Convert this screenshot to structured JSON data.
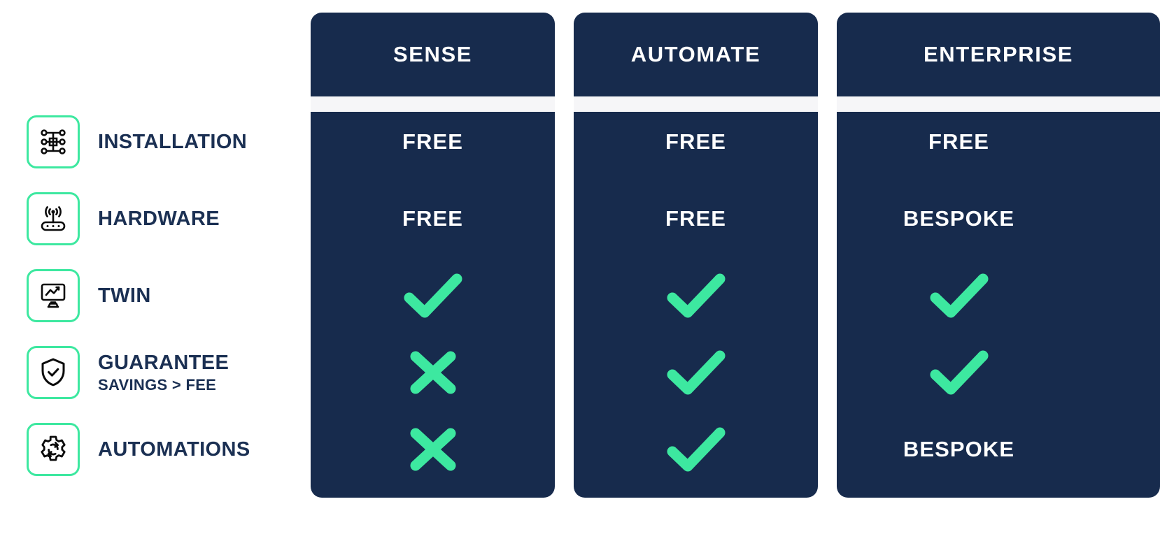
{
  "colors": {
    "navy": "#172B4D",
    "label_navy": "#1B3053",
    "mint": "#3DE8A0",
    "gap_gray": "#F6F6F8",
    "white": "#FFFFFF"
  },
  "plans": [
    {
      "name": "SENSE"
    },
    {
      "name": "AUTOMATE"
    },
    {
      "name": "ENTERPRISE"
    }
  ],
  "features": [
    {
      "label": "INSTALLATION",
      "sub": "",
      "icon": "network-nodes-icon"
    },
    {
      "label": "HARDWARE",
      "sub": "",
      "icon": "wifi-router-icon"
    },
    {
      "label": "TWIN",
      "sub": "",
      "icon": "monitor-chart-icon"
    },
    {
      "label": "GUARANTEE",
      "sub": "SAVINGS > FEE",
      "icon": "shield-check-icon"
    },
    {
      "label": "AUTOMATIONS",
      "sub": "",
      "icon": "gear-refresh-icon"
    }
  ],
  "matrix": [
    {
      "feature": "INSTALLATION",
      "sense": "FREE",
      "automate": "FREE",
      "enterprise": "FREE"
    },
    {
      "feature": "HARDWARE",
      "sense": "FREE",
      "automate": "FREE",
      "enterprise": "BESPOKE"
    },
    {
      "feature": "TWIN",
      "sense": "check",
      "automate": "check",
      "enterprise": "check"
    },
    {
      "feature": "GUARANTEE",
      "sense": "cross",
      "automate": "check",
      "enterprise": "check"
    },
    {
      "feature": "AUTOMATIONS",
      "sense": "cross",
      "automate": "check",
      "enterprise": "BESPOKE"
    }
  ]
}
